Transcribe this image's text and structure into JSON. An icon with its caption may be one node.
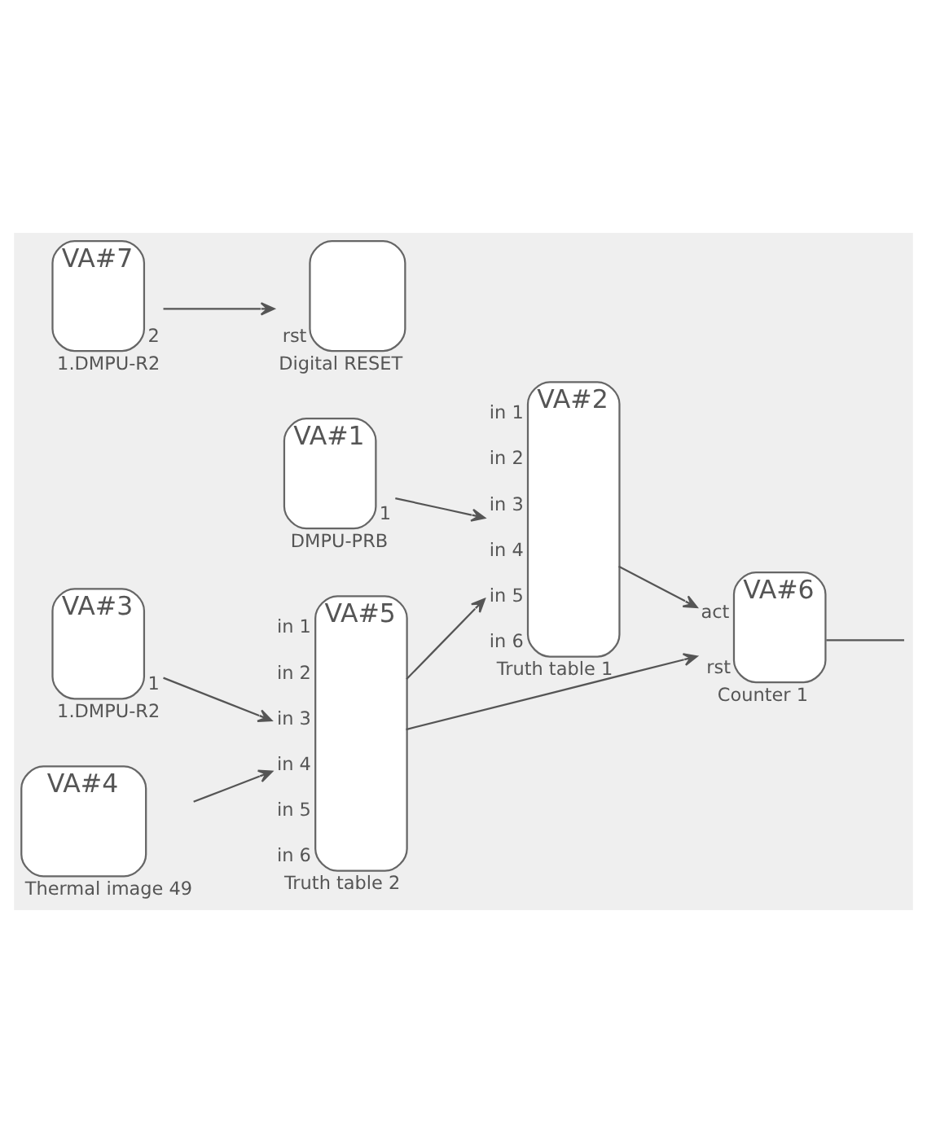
{
  "diagram": {
    "nodes": [
      {
        "text": [
          "VA#1",
          "1"
        ],
        "beside": [
          "DMPU-PRB"
        ]
      },
      {
        "text": [
          "VA#2",
          "in 1",
          "in 2",
          "in 3",
          "in 4",
          "in 5",
          "in 6"
        ],
        "beside": [
          "Truth table 1"
        ]
      },
      {
        "text": [
          "VA#3",
          "1"
        ],
        "beside": [
          "1.DMPU-R2"
        ]
      },
      {
        "text": [
          "VA#4"
        ],
        "beside": [
          "Thermal image 49"
        ]
      },
      {
        "text": [
          "VA#5",
          "in 1",
          "in 2",
          "in 3",
          "in 4",
          "in 5",
          "in 6"
        ],
        "beside": [
          "Truth table 2"
        ]
      },
      {
        "text": [
          "VA#6",
          "act",
          "rst"
        ],
        "beside": [
          "Counter 1"
        ]
      },
      {
        "text": [
          "VA#7",
          "2"
        ],
        "beside": [
          "1.DMPU-R2"
        ]
      },
      {
        "text": [
          "rst"
        ],
        "beside": [
          "Digital RESET"
        ]
      }
    ],
    "edges": [
      {
        "from": 0,
        "to": 1,
        "arrow": "to"
      },
      {
        "from": 4,
        "to": 1,
        "arrow": "to"
      },
      {
        "from": 1,
        "to": 5,
        "arrow": "to"
      },
      {
        "from": 2,
        "to": 4,
        "arrow": "to"
      },
      {
        "from": 3,
        "to": 4,
        "arrow": "to"
      },
      {
        "from": 4,
        "to": 5,
        "arrow": "to"
      },
      {
        "from": 5,
        "to": null,
        "arrow": "none"
      },
      {
        "from": 6,
        "to": 7,
        "arrow": "to"
      }
    ]
  }
}
